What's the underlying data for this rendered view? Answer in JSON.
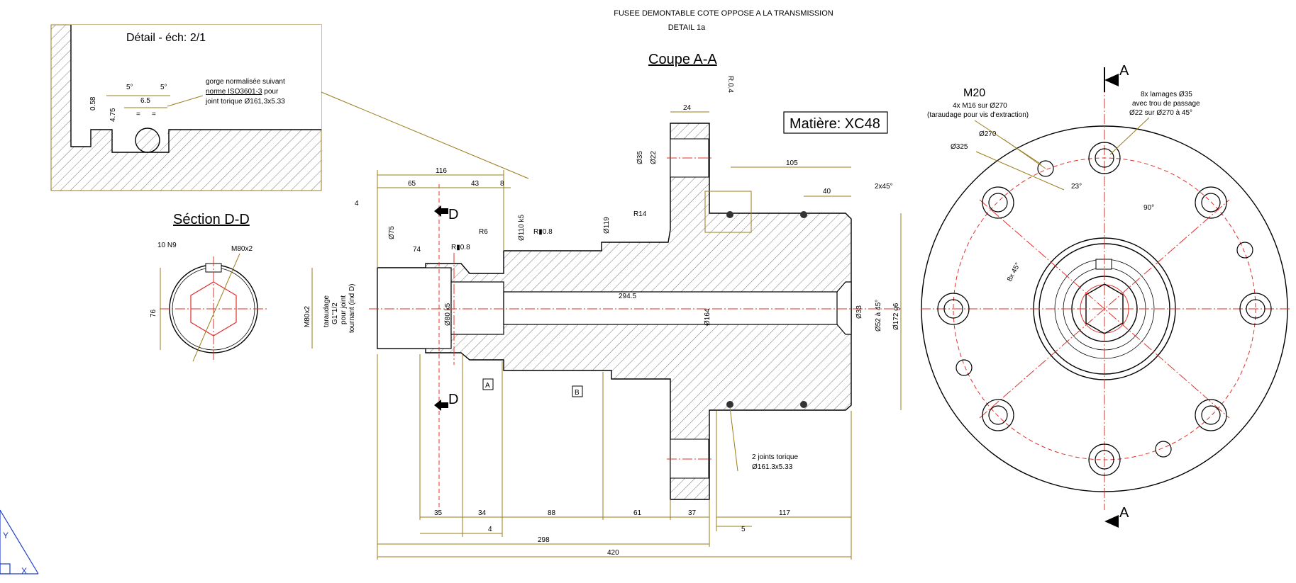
{
  "header": {
    "title_line1": "FUSEE DEMONTABLE COTE OPPOSE A LA TRANSMISSION",
    "title_line2": "DETAIL 1a"
  },
  "views": {
    "section_aa": "Coupe A-A",
    "section_dd": "Séction D-D",
    "detail_title": "Détail - éch: 2/1",
    "material": "Matière: XC48"
  },
  "detail_notes": {
    "groove_line1": "gorge normalisée suivant",
    "groove_norm": "norme ISO3601-3",
    "groove_line2_suffix": " pour",
    "groove_line3": "joint torique Ø161,3x5.33",
    "angle1": "5°",
    "angle2": "5°",
    "width": "6.5",
    "eq1": "=",
    "eq2": "=",
    "h1": "0.58",
    "h2": "4.75"
  },
  "section_dd_dims": {
    "keyway": "10 N9",
    "thread": "M80x2",
    "diam": "76"
  },
  "labels": {
    "cut_a": "A",
    "cut_d": "D",
    "datum_a": "A",
    "datum_b": "B",
    "m20": "M20",
    "m16_line1": "4x M16 sur Ø270",
    "m16_line2": "(taraudage pour vis d'extraction)",
    "lamage_line1": "8x lamages Ø35",
    "lamage_line2": "avec trou de passage",
    "lamage_line3": "Ø22 sur Ø270 à 45°",
    "d270": "Ø270",
    "d325": "Ø325",
    "ang23": "23°",
    "ang90": "90°",
    "ang8x45": "8x 45°",
    "joints_line1": "2 joints torique",
    "joints_line2": "Ø161.3x5.33",
    "tapping_line1": "taraudage",
    "tapping_line2": "G1\"1/2",
    "tapping_line3": "pour joint",
    "tapping_line4": "tournant (ind D)"
  },
  "dims_top": {
    "d116": "116",
    "d65": "65",
    "d43": "43",
    "d8": "8",
    "d4": "4",
    "d74": "74",
    "d24": "24",
    "d105": "105",
    "d40": "40",
    "chamfer": "2x45°",
    "r04": "R.0.4",
    "r6": "R6",
    "r08a": "R▮0.8",
    "r08b": "R▮0.8",
    "r14": "R14"
  },
  "dims_vertical": {
    "d75": "Ø75",
    "d110": "Ø110 k5",
    "d119": "Ø119",
    "d35": "Ø35",
    "d22": "Ø22",
    "m80": "M80x2",
    "d80": "Ø80 k5",
    "d164": "Ø164",
    "d33": "Ø33",
    "d52": "Ø52 à 45°",
    "d172": "Ø172 g6",
    "d2945": "294.5"
  },
  "dims_bottom": {
    "d35": "35",
    "d34": "34",
    "d88": "88",
    "d61": "61",
    "d37": "37",
    "d117": "117",
    "d4": "4",
    "d5": "5",
    "d298": "298",
    "d420": "420"
  },
  "ucs": {
    "x": "X",
    "y": "Y"
  },
  "colors": {
    "outline": "#000000",
    "dimension": "#9a7d1a",
    "centerline": "#e0302a",
    "ucs": "#1e3cc8"
  }
}
